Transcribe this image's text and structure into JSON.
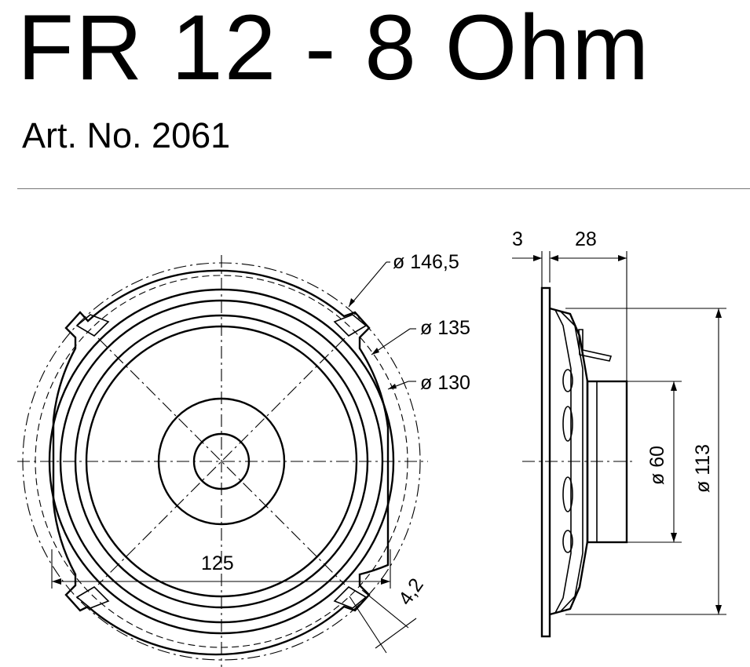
{
  "header": {
    "title": "FR 12 - 8 Ohm",
    "article_number": "Art. No. 2061"
  },
  "front_view": {
    "dimensions": {
      "outer_diameter": "ø 146,5",
      "mid_diameter": "ø 135",
      "cutout_diameter": "ø 130",
      "hole_spacing": "125",
      "hole_size": "4,2"
    }
  },
  "side_view": {
    "dimensions": {
      "flange_thickness": "3",
      "mounting_depth": "28",
      "magnet_diameter": "ø 60",
      "basket_diameter": "ø 113"
    }
  }
}
